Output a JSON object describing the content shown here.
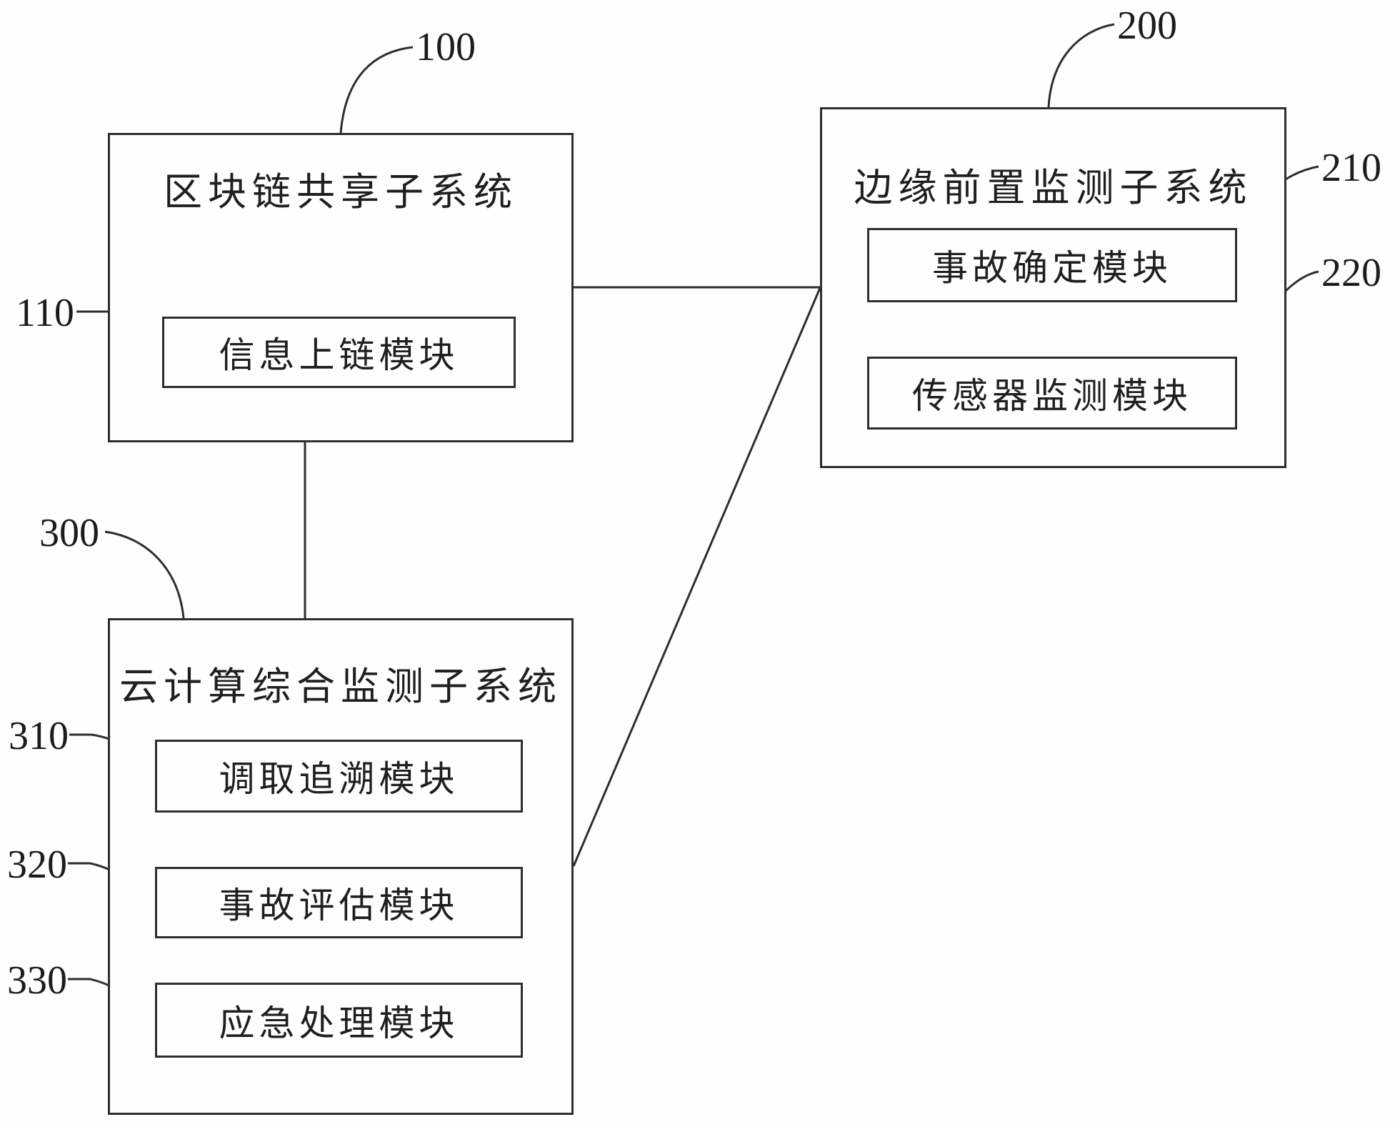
{
  "figure": {
    "type": "patent-block-diagram",
    "line_color": "#2e2e2e",
    "background": "#fefefe",
    "subsystems": [
      {
        "ref": "100",
        "title": "区块链共享子系统",
        "modules": [
          {
            "ref": "110",
            "label": "信息上链模块"
          }
        ]
      },
      {
        "ref": "200",
        "title": "边缘前置监测子系统",
        "modules": [
          {
            "ref": "210",
            "label": "事故确定模块"
          },
          {
            "ref": "220",
            "label": "传感器监测模块"
          }
        ]
      },
      {
        "ref": "300",
        "title": "云计算综合监测子系统",
        "modules": [
          {
            "ref": "310",
            "label": "调取追溯模块"
          },
          {
            "ref": "320",
            "label": "事故评估模块"
          },
          {
            "ref": "330",
            "label": "应急处理模块"
          }
        ]
      }
    ],
    "connections": [
      "blockchain-subsystem — edge-monitoring-subsystem",
      "blockchain-subsystem — cloud-monitoring-subsystem",
      "edge-monitoring-subsystem — cloud-monitoring-subsystem"
    ]
  }
}
